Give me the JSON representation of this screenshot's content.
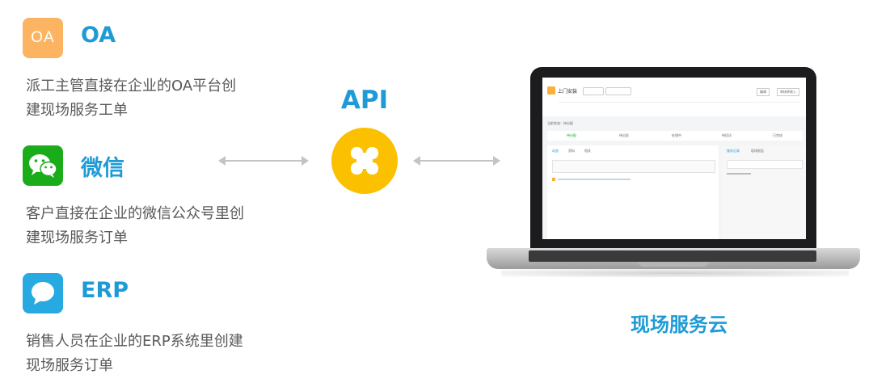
{
  "sources": [
    {
      "id": "oa",
      "badge": "OA",
      "title": "OA",
      "desc": "派工主管直接在企业的OA平台创建现场服务工单",
      "icon": "oa-badge-icon",
      "color": "#fcb462"
    },
    {
      "id": "wechat",
      "title": "微信",
      "desc": "客户直接在企业的微信公众号里创建现场服务订单",
      "icon": "wechat-icon",
      "color": "#1aad19"
    },
    {
      "id": "erp",
      "title": "ERP",
      "desc": "销售人员在企业的ERP系统里创建现场服务订单",
      "icon": "chat-bubble-icon",
      "color": "#27a9e1"
    }
  ],
  "api": {
    "label": "API",
    "icon": "clover-icon",
    "color": "#fbc100"
  },
  "target": {
    "label": "现场服务云"
  },
  "screen": {
    "title": "上门安装",
    "buttons": [
      "编辑",
      "审核转收入"
    ],
    "steps": [
      "待分配",
      "待出发",
      "处理中",
      "待回访",
      "已完成"
    ],
    "tabs": [
      "动态",
      "资料",
      "相关"
    ],
    "side_tabs": [
      "服务记录",
      "现场报告"
    ],
    "status_label": "当前状态：待分配"
  },
  "colors": {
    "accent": "#1e9bd7",
    "arrow": "#c4c4c4"
  }
}
